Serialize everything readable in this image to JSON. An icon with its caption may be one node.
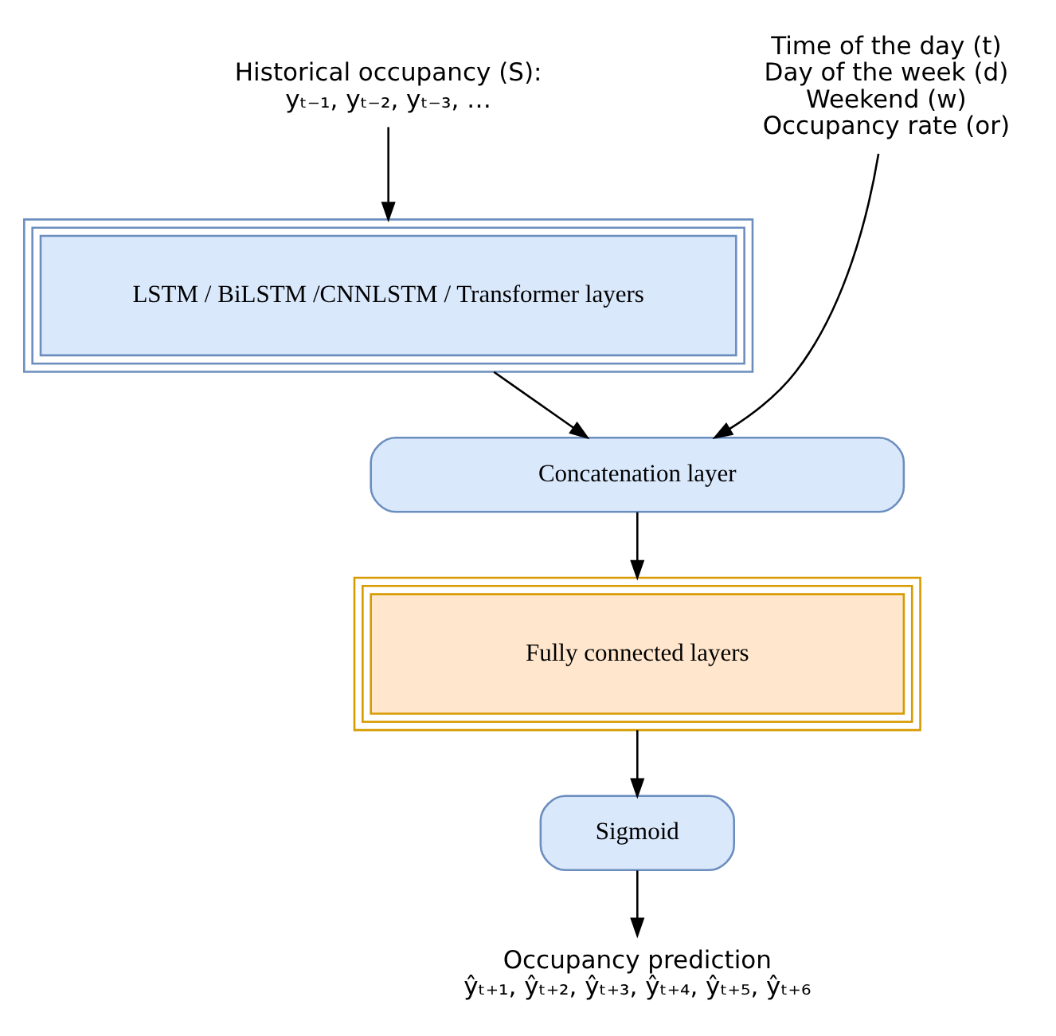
{
  "diagram": {
    "nodes": [
      {
        "text": [
          "Historical occupancy (S):",
          "yₜ₋₁, yₜ₋₂, yₜ₋₃, …"
        ]
      },
      {
        "text": [
          "LSTM / BiLSTM /CNNLSTM / Transformer layers"
        ]
      },
      {
        "text": [
          "Time of the day (t)",
          "Day of the week (d)",
          "Weekend (w)",
          "Occupancy rate (or)"
        ]
      },
      {
        "text": [
          "Concatenation layer"
        ]
      },
      {
        "text": [
          "Fully connected layers"
        ]
      },
      {
        "text": [
          "Sigmoid"
        ]
      },
      {
        "text": [
          "Occupancy prediction",
          "ŷₜ₊₁, ŷₜ₊₂, ŷₜ₊₃, ŷₜ₊₄, ŷₜ₊₅, ŷₜ₊₆"
        ]
      }
    ],
    "edges": [
      {
        "from": 0,
        "to": 1,
        "arrow": "to"
      },
      {
        "from": 1,
        "to": 3,
        "arrow": "to"
      },
      {
        "from": 2,
        "to": 3,
        "arrow": "to"
      },
      {
        "from": 3,
        "to": 4,
        "arrow": "to"
      },
      {
        "from": 4,
        "to": 5,
        "arrow": "to"
      },
      {
        "from": 5,
        "to": 6,
        "arrow": "to"
      }
    ]
  }
}
